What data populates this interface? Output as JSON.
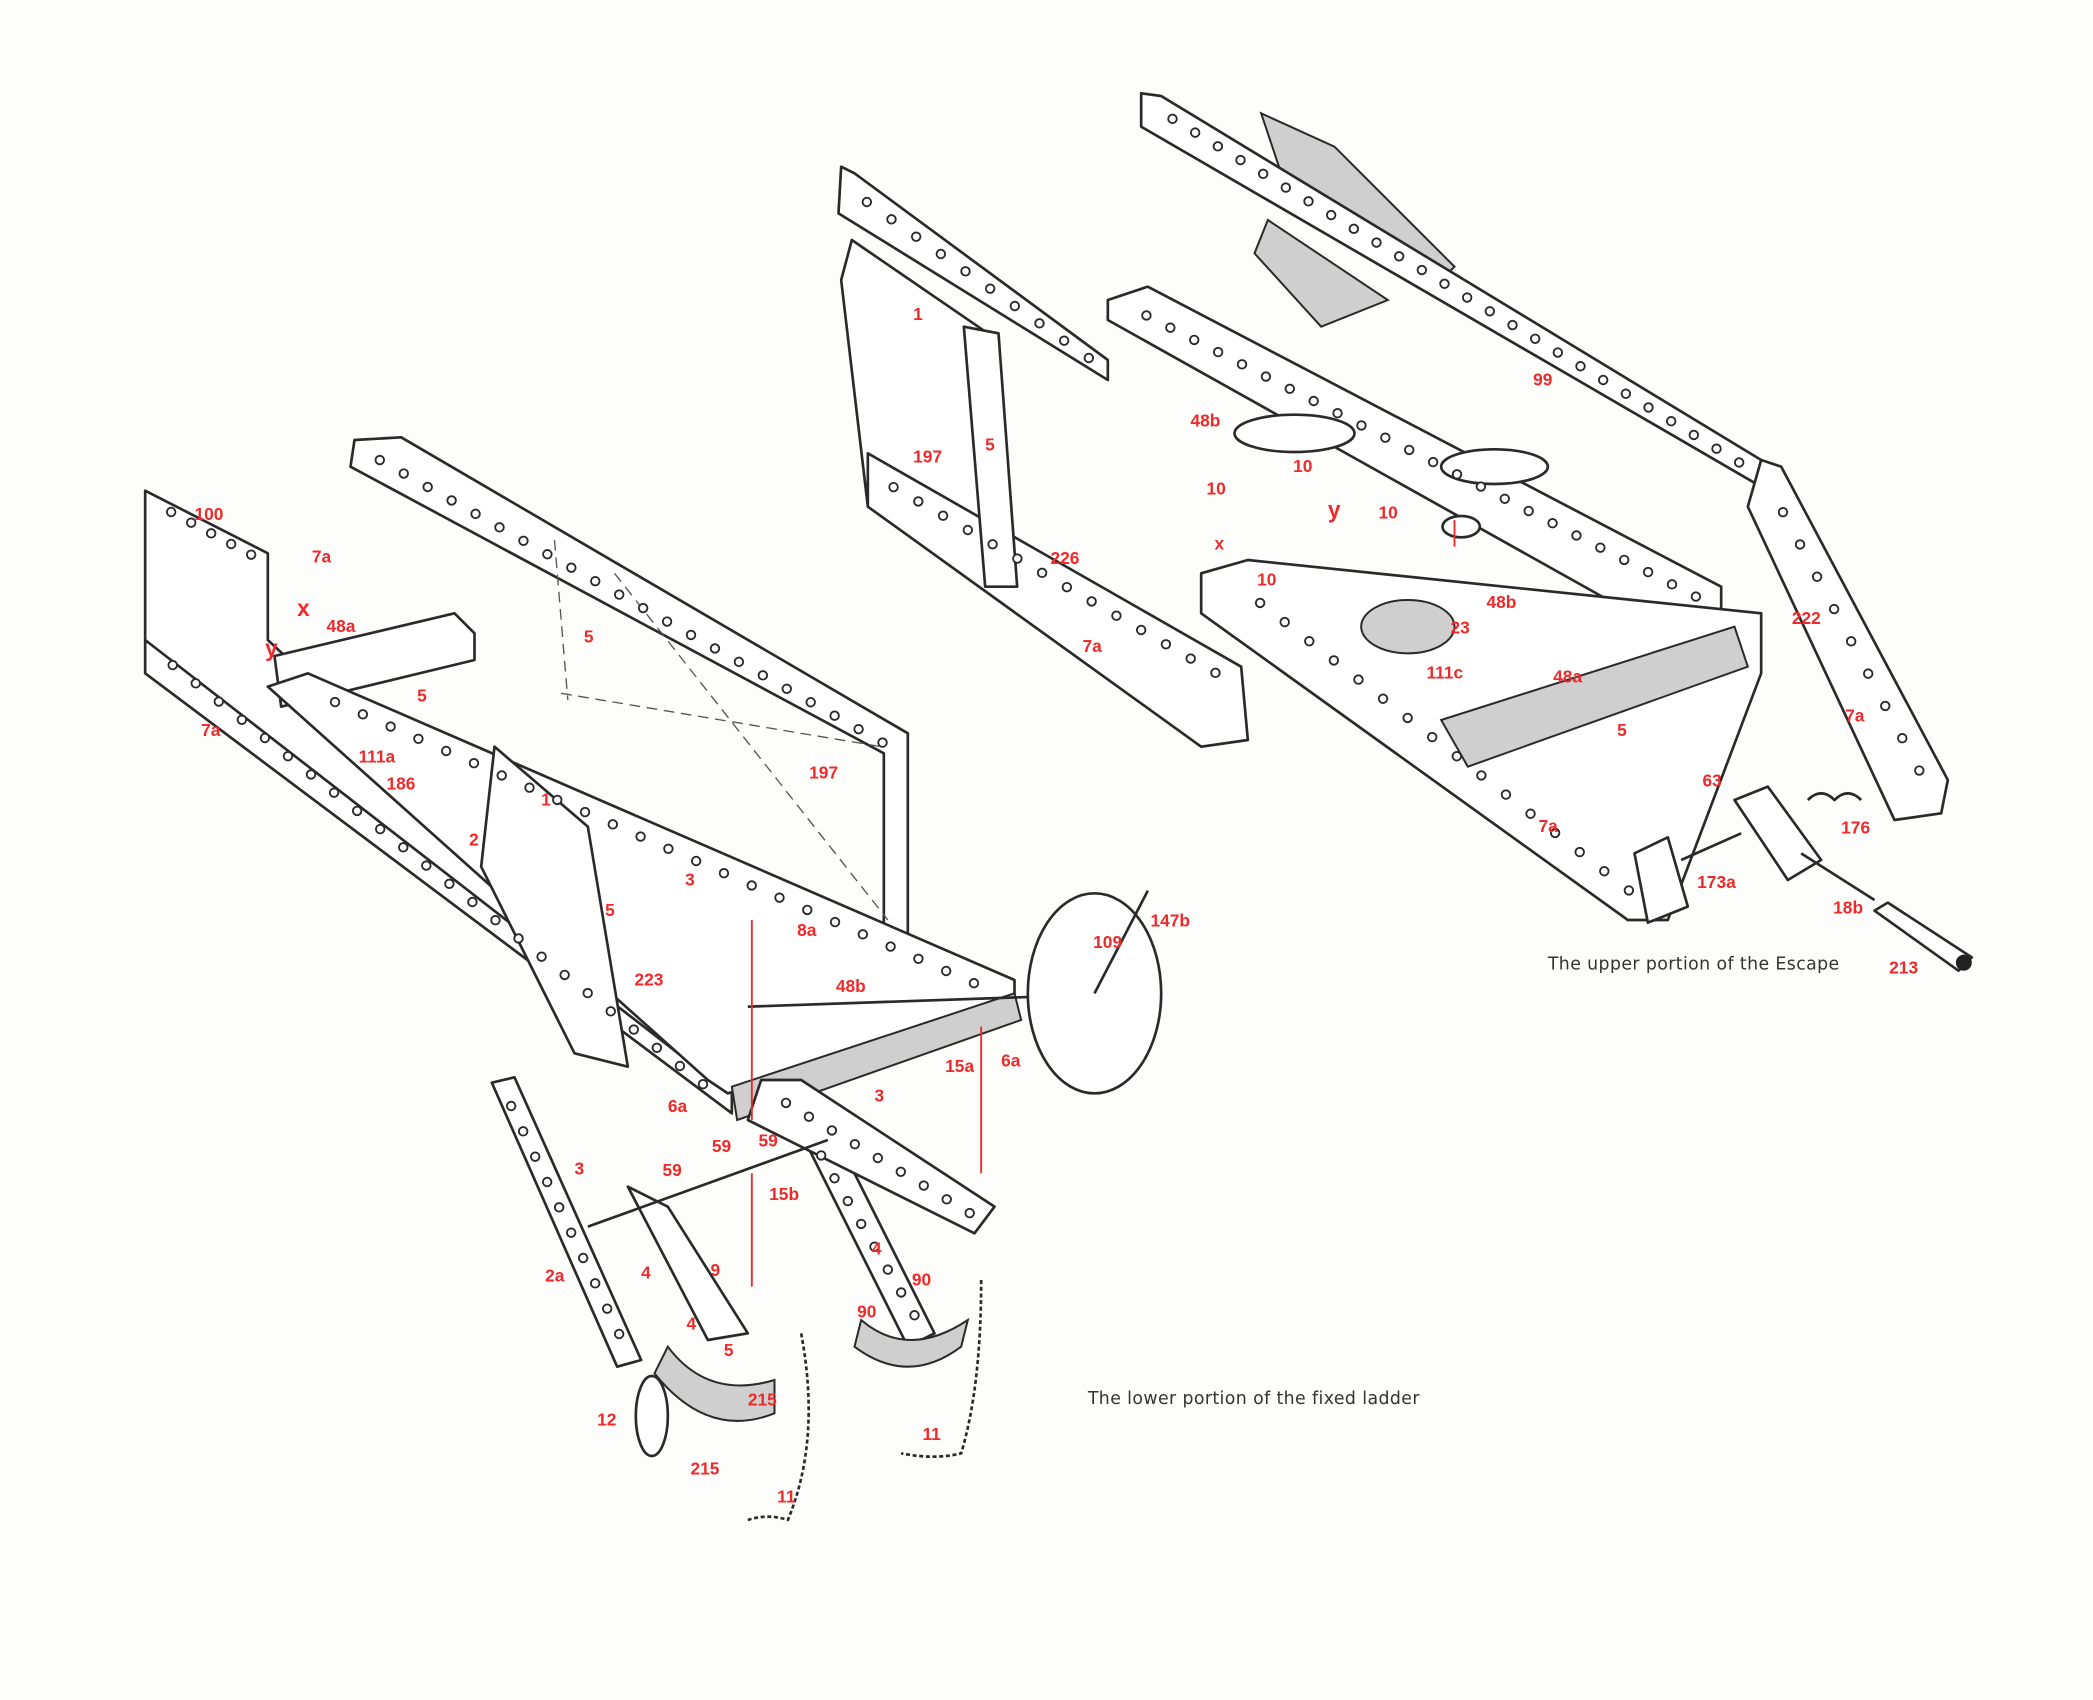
{
  "captions": {
    "upper": "The upper portion of the Escape",
    "lower": "The lower portion of the fixed ladder"
  },
  "lower_labels": [
    "100",
    "7a",
    "x",
    "y",
    "48a",
    "5",
    "5",
    "7a",
    "111a",
    "186",
    "197",
    "1",
    "2",
    "5",
    "223",
    "3",
    "8a",
    "48b",
    "3",
    "15a",
    "6a",
    "6a",
    "59",
    "59",
    "15b",
    "109",
    "147b",
    "59",
    "3",
    "2a",
    "4",
    "9",
    "4",
    "5",
    "90",
    "90",
    "4",
    "12",
    "215",
    "215",
    "11",
    "11"
  ],
  "upper_labels": [
    "1",
    "5",
    "197",
    "226",
    "7a",
    "48b",
    "10",
    "10",
    "10",
    "99",
    "y",
    "x",
    "10",
    "48b",
    "23",
    "111c",
    "222",
    "48a",
    "5",
    "7a",
    "7a",
    "63",
    "176",
    "173a",
    "18b",
    "213"
  ],
  "colors": {
    "label": "#ee2a2a",
    "line": "#2a2a2a",
    "paper": "#fdfdfc"
  }
}
